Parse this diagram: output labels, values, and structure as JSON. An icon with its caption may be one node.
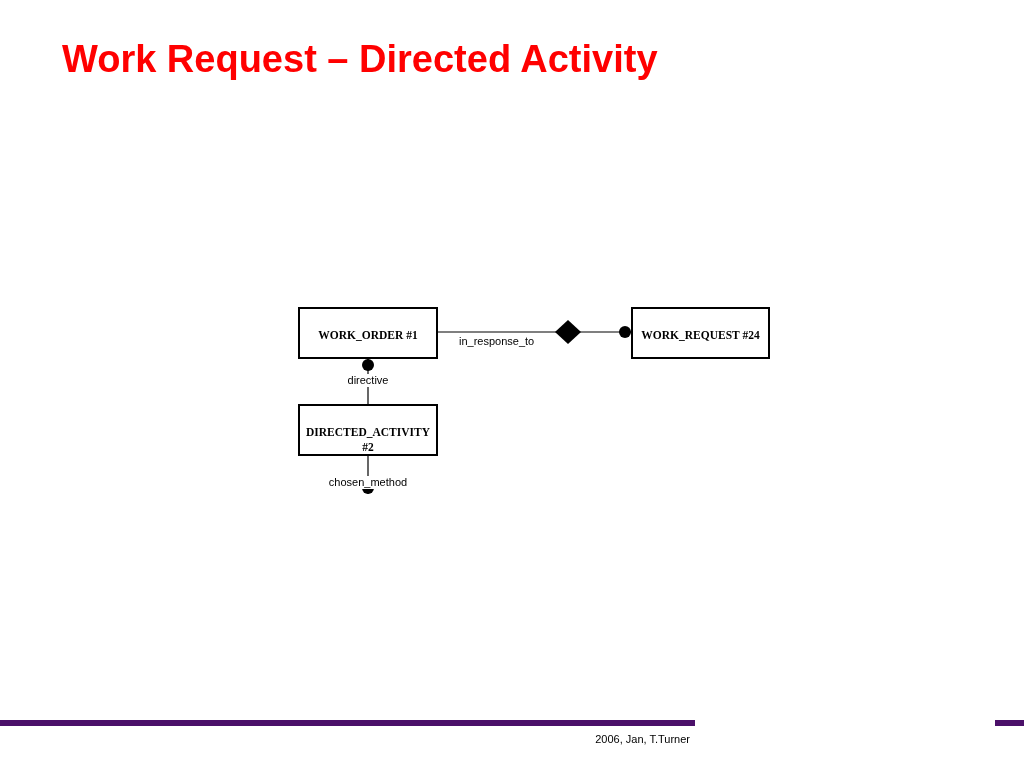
{
  "diagram": {
    "title": "Work Request – Directed Activity",
    "nodes": [
      {
        "text": [
          "WORK_ORDER #1"
        ]
      },
      {
        "text": [
          "WORK_REQUEST #24"
        ]
      },
      {
        "text": [
          "DIRECTED_ACTIVITY #2"
        ]
      }
    ],
    "edges": [
      {
        "from": 0,
        "to": 1,
        "arrow": "other",
        "label": "in_response_to"
      },
      {
        "from": 2,
        "to": 0,
        "arrow": "other",
        "label": "directive"
      },
      {
        "from": 2,
        "to": null,
        "arrow": "other",
        "label": "chosen_method"
      }
    ],
    "labels": [
      "2006, Jan, T.Turner"
    ]
  }
}
